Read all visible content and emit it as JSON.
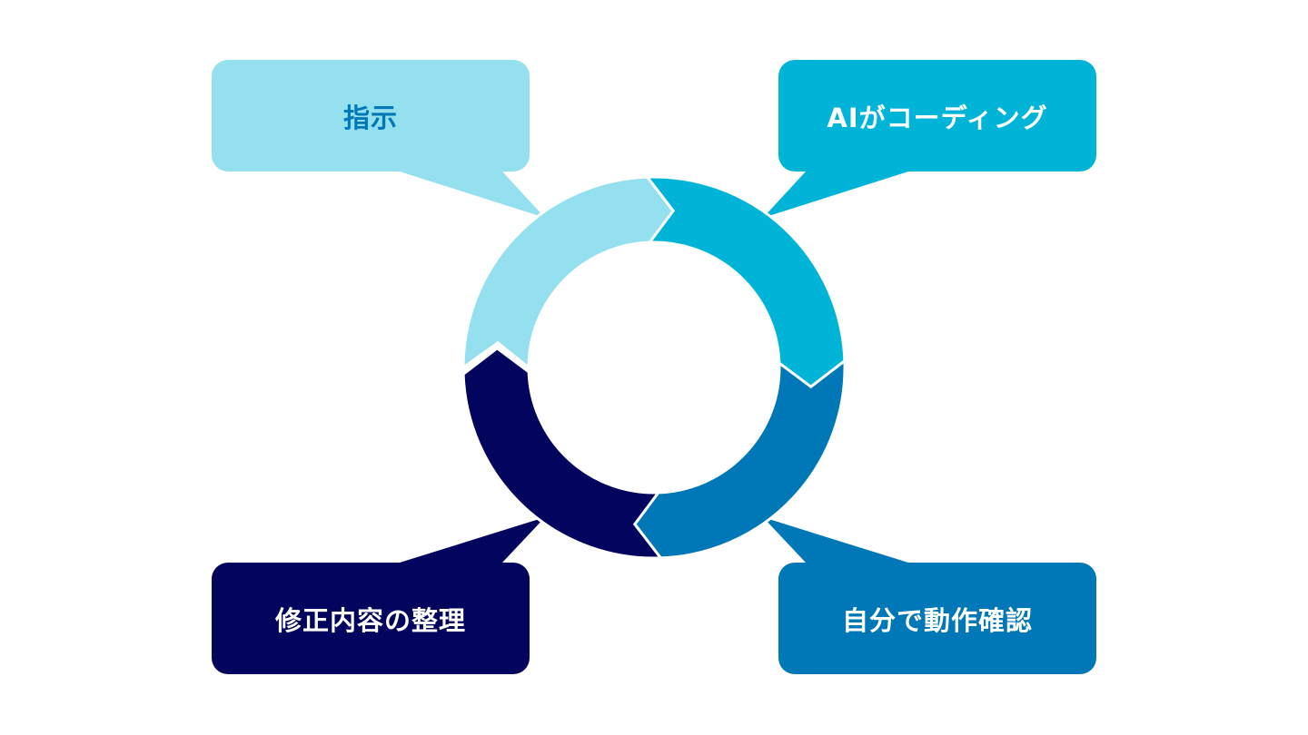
{
  "title": "AI coding cycle",
  "steps": [
    {
      "label": "指示",
      "color": "#94e0ef",
      "text_color": "#0077b6"
    },
    {
      "label": "AIがコーディング",
      "color": "#00b4d8",
      "text_color": "#ffffff"
    },
    {
      "label": "自分で動作確認",
      "color": "#0077b6",
      "text_color": "#ffffff"
    },
    {
      "label": "修正内容の整理",
      "color": "#03045e",
      "text_color": "#ffffff"
    }
  ]
}
